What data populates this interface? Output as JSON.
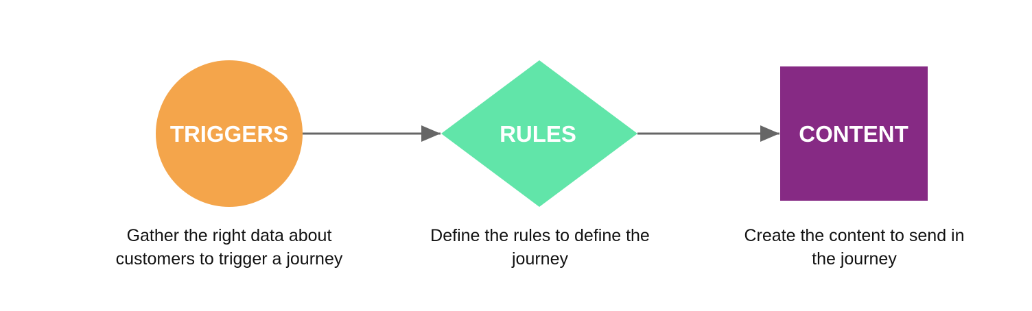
{
  "colors": {
    "triggers": "#f4a54b",
    "rules": "#61e5a9",
    "content": "#862a84",
    "arrow": "#666666",
    "label_text": "#ffffff",
    "caption_text": "#111111"
  },
  "nodes": [
    {
      "id": "triggers",
      "shape": "circle",
      "label": "TRIGGERS",
      "caption_lines": [
        "Gather the right data about",
        "customers to trigger a journey"
      ]
    },
    {
      "id": "rules",
      "shape": "diamond",
      "label": "RULES",
      "caption_lines": [
        "Define the rules to define the",
        "journey"
      ]
    },
    {
      "id": "content",
      "shape": "square",
      "label": "CONTENT",
      "caption_lines": [
        "Create the content to send in",
        "the journey"
      ]
    }
  ],
  "edges": [
    {
      "from": "triggers",
      "to": "rules"
    },
    {
      "from": "rules",
      "to": "content"
    }
  ]
}
